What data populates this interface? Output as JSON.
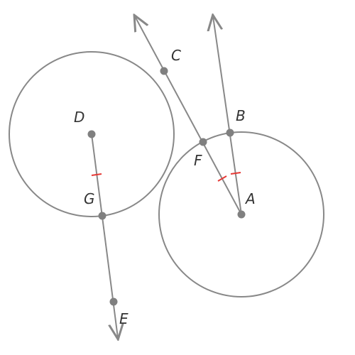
{
  "labels": {
    "A": "A",
    "B": "B",
    "C": "C",
    "D": "D",
    "E": "E",
    "F": "F",
    "G": "G"
  },
  "colors": {
    "stroke": "#888888",
    "point": "#808080",
    "tick": "#e53935",
    "text": "#333333"
  }
}
